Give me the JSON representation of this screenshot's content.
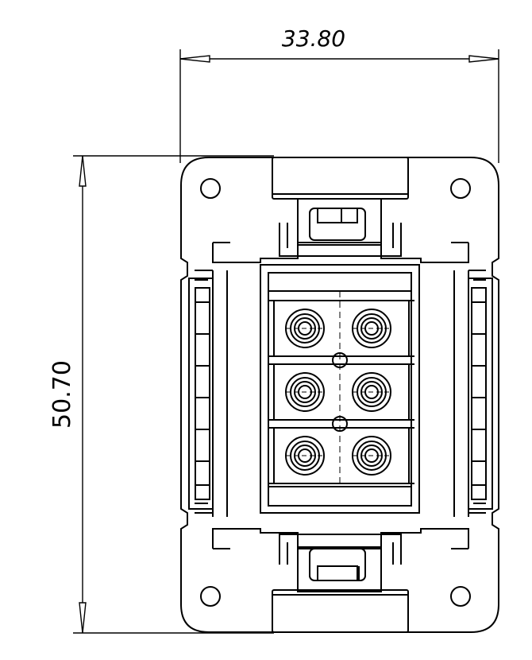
{
  "dimensions": {
    "width_label": "33.80",
    "height_label": "50.70"
  },
  "drawing": {
    "line_color": "#000000",
    "background": "#ffffff",
    "contact_rows": 3,
    "contact_columns": 2
  }
}
